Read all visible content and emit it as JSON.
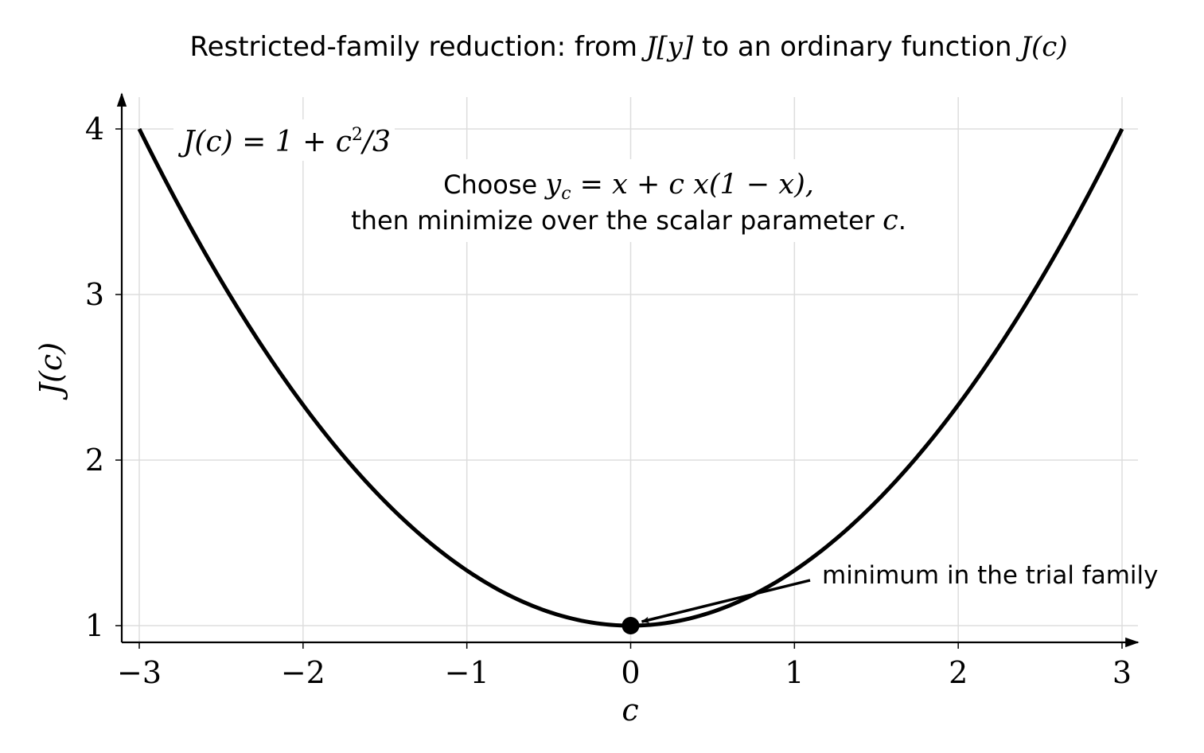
{
  "chart_data": {
    "type": "line",
    "title": {
      "prefix": "Restricted-family reduction: from ",
      "sym1": "J[y]",
      "middle": " to an ordinary function ",
      "sym2": "J(c)"
    },
    "xlabel": "c",
    "ylabel": "J(c)",
    "xlim": [
      -3,
      3
    ],
    "ylim": [
      0.9,
      4.2
    ],
    "xticks": [
      -3,
      -2,
      -1,
      0,
      1,
      2,
      3
    ],
    "xtick_labels": [
      "−3",
      "−2",
      "−1",
      "0",
      "1",
      "2",
      "3"
    ],
    "yticks": [
      1,
      2,
      3,
      4
    ],
    "ytick_labels": [
      "1",
      "2",
      "3",
      "4"
    ],
    "grid": true,
    "series": [
      {
        "name": "J(c) = 1 + c²/3",
        "formula": "1 + c^2/3",
        "x": [
          -3,
          -2.5,
          -2,
          -1.5,
          -1,
          -0.5,
          0,
          0.5,
          1,
          1.5,
          2,
          2.5,
          3
        ],
        "y": [
          4,
          3.083,
          2.333,
          1.75,
          1.333,
          1.083,
          1,
          1.083,
          1.333,
          1.75,
          2.333,
          3.083,
          4
        ],
        "color": "#000000"
      }
    ],
    "curve_label": {
      "text_before": "J(c) = 1 + c",
      "superscript": "2",
      "text_after": "/3"
    },
    "note": {
      "line1_prefix": "Choose ",
      "line1_math": "y",
      "line1_sub": "c",
      "line1_rest": " = x + c x(1 − x),",
      "line2_prefix": "then minimize over the scalar parameter ",
      "line2_math": "c",
      "line2_suffix": "."
    },
    "minimum_point": {
      "x": 0,
      "y": 1
    },
    "annotation": {
      "text": "minimum in the trial family",
      "x": 0,
      "y": 1
    },
    "colors": {
      "curve": "#000000",
      "grid": "#dddddd",
      "axis": "#000000"
    }
  }
}
